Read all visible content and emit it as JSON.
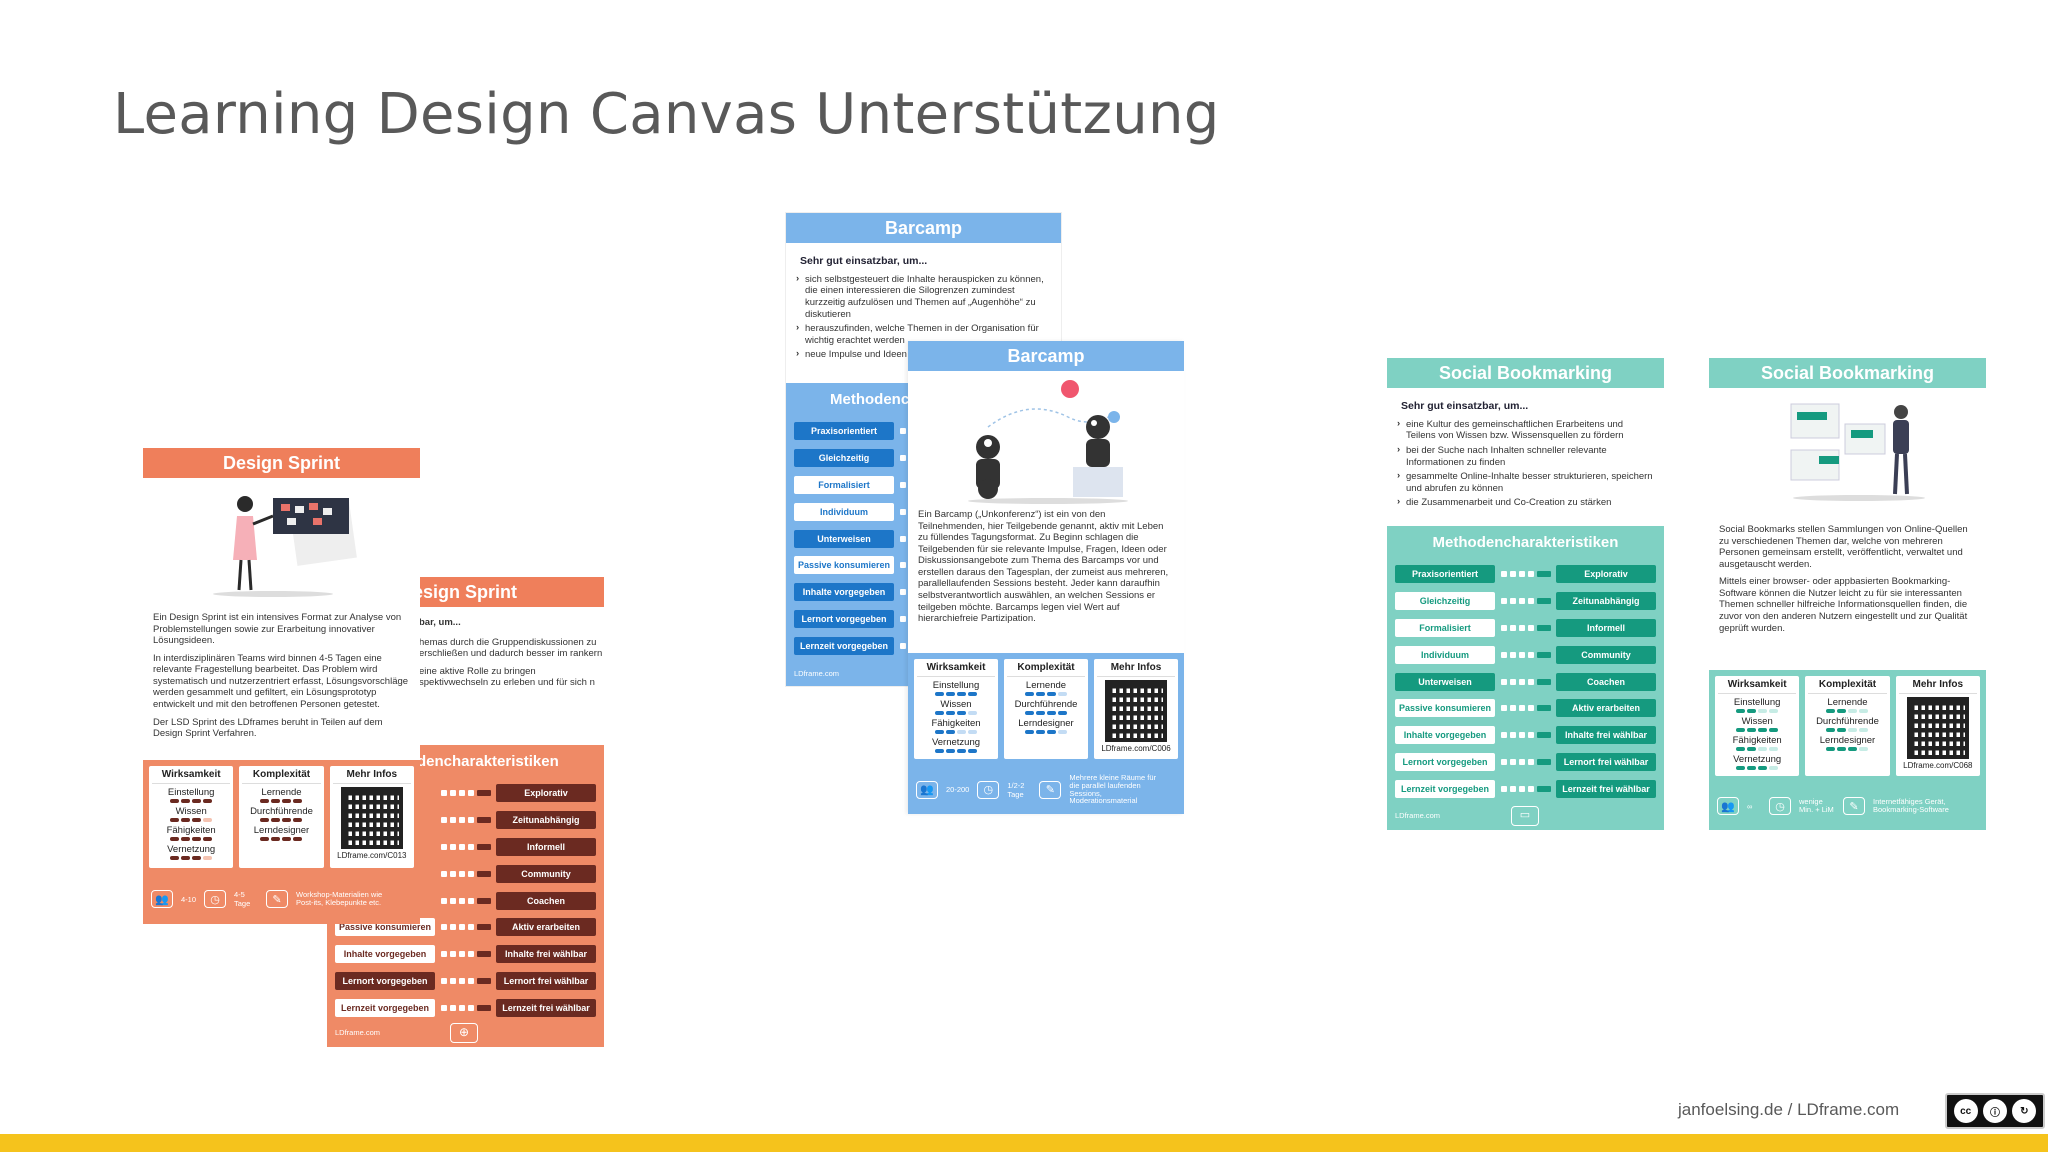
{
  "slide": {
    "title": "Learning Design Canvas Unterstützung",
    "credit": "janfoelsing.de / LDframe.com",
    "license_badge": "cc by sa"
  },
  "colors": {
    "orange": "#ef8a66",
    "orange_header": "#ef7f5b",
    "dark_brown": "#6b2a21",
    "blue": "#7bb4ea",
    "blue_dark": "#1d76c8",
    "teal": "#7fd1c3",
    "teal_dark": "#159a7f",
    "yellow": "#f5c31c"
  },
  "design_sprint": {
    "header": "Design Sprint",
    "header_back": "esign Sprint",
    "description": [
      "Ein Design Sprint ist ein intensives Format zur Analyse von Problemstellungen sowie zur Erarbeitung innovativer Lösungsideen.",
      "In interdisziplinären Teams wird binnen 4-5 Tagen eine relevante Fragestellung bearbeitet. Das Problem wird systematisch und nutzerzentriert erfasst, Lösungsvorschläge werden gesammelt und gefiltert, ein Lösungsprototyp entwickelt und mit den betroffenen Personen getestet.",
      "Der LSD Sprint des LDframes beruht in Teilen auf dem Design Sprint Verfahren."
    ],
    "back_text": [
      "bar, um...",
      "hemas durch die Gruppendiskussionen zu erschließen und dadurch besser im rankern",
      "eine aktive Rolle zu bringen spektivwechseln zu erleben und für sich n"
    ],
    "methods_title": "dencharakteristiken",
    "eval": {
      "col1": "Wirksamkeit",
      "col1_items": [
        "Einstellung",
        "Wissen",
        "Fähigkeiten",
        "Vernetzung"
      ],
      "col2": "Komplexität",
      "col2_items": [
        "Lernende",
        "Durchführende",
        "Lerndesigner"
      ],
      "col3": "Mehr Infos",
      "url": "LDframe.com/C013"
    },
    "footer": {
      "people": "4-10",
      "time": "4-5 Tage",
      "material": "Workshop-Materialien wie Post-its, Klebepunkte etc."
    },
    "rows_right": [
      "Explorativ",
      "Zeitunabhängig",
      "Informell",
      "Community",
      "Coachen",
      "Aktiv erarbeiten",
      "Inhalte frei wählbar",
      "Lernort frei wählbar",
      "Lernzeit frei wählbar"
    ],
    "rows_left_visible": [
      "Passive konsumieren",
      "Inhalte vorgegeben",
      "Lernort vorgegeben",
      "Lernzeit vorgegeben"
    ],
    "site": "LDframe.com"
  },
  "barcamp": {
    "header": "Barcamp",
    "subhead": "Sehr gut einsatzbar, um...",
    "bullets": [
      "sich selbstgesteuert die Inhalte herauspicken zu können, die einen interessieren die Silogrenzen zumindest kurzzeitig aufzulösen und Themen auf „Augenhöhe“ zu diskutieren",
      "herauszufinden, welche Themen in der Organisation für wichtig erachtet werden",
      "neue Impulse und Ideen"
    ],
    "methods_title": "Methodenc",
    "rows_left": [
      "Praxisorientiert",
      "Gleichzeitig",
      "Formalisiert",
      "Individuum",
      "Unterweisen",
      "Passive konsumieren",
      "Inhalte vorgegeben",
      "Lernort vorgegeben",
      "Lernzeit vorgegeben"
    ],
    "site": "LDframe.com",
    "description": "Ein Barcamp („Unkonferenz“) ist ein von den Teilnehmenden, hier Teilgebende genannt, aktiv mit Leben zu füllendes Tagungsformat. Zu Beginn schlagen die Teilgebenden für sie relevante Impulse, Fragen, Ideen oder Diskussionsangebote zum Thema des Barcamps vor und erstellen daraus den Tagesplan, der zumeist aus mehreren, parallellaufenden Sessions besteht. Jeder kann daraufhin selbstverantwortlich auswählen, an welchen Sessions er teilgeben möchte. Barcamps legen viel Wert auf hierarchiefreie Partizipation.",
    "eval": {
      "col1": "Wirksamkeit",
      "col1_items": [
        "Einstellung",
        "Wissen",
        "Fähigkeiten",
        "Vernetzung"
      ],
      "col2": "Komplexität",
      "col2_items": [
        "Lernende",
        "Durchführende",
        "Lerndesigner"
      ],
      "col3": "Mehr Infos",
      "url": "LDframe.com/C006"
    },
    "footer": {
      "people": "20-200",
      "time": "1/2-2 Tage",
      "material": "Mehrere kleine Räume für die parallel laufenden Sessions, Moderationsmaterial"
    }
  },
  "social_bookmarking": {
    "header": "Social Bookmarking",
    "subhead": "Sehr gut einsatzbar, um...",
    "bullets": [
      "eine Kultur des gemeinschaftlichen Erarbeitens und Teilens von Wissen bzw. Wissensquellen zu fördern",
      "bei der Suche nach Inhalten schneller relevante Informationen zu finden",
      "gesammelte Online-Inhalte besser strukturieren, speichern und abrufen zu können",
      "die Zusammenarbeit und Co-Creation zu stärken"
    ],
    "methods_title": "Methodencharakteristiken",
    "rows_left": [
      "Praxisorientiert",
      "Gleichzeitig",
      "Formalisiert",
      "Individuum",
      "Unterweisen",
      "Passive konsumieren",
      "Inhalte vorgegeben",
      "Lernort vorgegeben",
      "Lernzeit vorgegeben"
    ],
    "rows_right": [
      "Explorativ",
      "Zeitunabhängig",
      "Informell",
      "Community",
      "Coachen",
      "Aktiv erarbeiten",
      "Inhalte frei wählbar",
      "Lernort frei wählbar",
      "Lernzeit frei wählbar"
    ],
    "site": "LDframe.com",
    "description": [
      "Social Bookmarks stellen Sammlungen von Online-Quellen zu verschiedenen Themen dar, welche von mehreren Personen gemeinsam erstellt, veröffentlicht, verwaltet und ausgetauscht werden.",
      "Mittels einer browser- oder appbasierten Bookmarking-Software können die Nutzer leicht zu für sie interessanten Themen schneller hilfreiche Informationsquellen finden, die zuvor von den anderen Nutzern eingestellt und zur Qualität geprüft wurden."
    ],
    "eval": {
      "col1": "Wirksamkeit",
      "col1_items": [
        "Einstellung",
        "Wissen",
        "Fähigkeiten",
        "Vernetzung"
      ],
      "col2": "Komplexität",
      "col2_items": [
        "Lernende",
        "Durchführende",
        "Lerndesigner"
      ],
      "col3": "Mehr Infos",
      "url": "LDframe.com/C068"
    },
    "footer": {
      "people": "∞",
      "time": "wenige Min. + LiM",
      "material": "Internetfähiges Gerät, Bookmarking-Software"
    }
  }
}
